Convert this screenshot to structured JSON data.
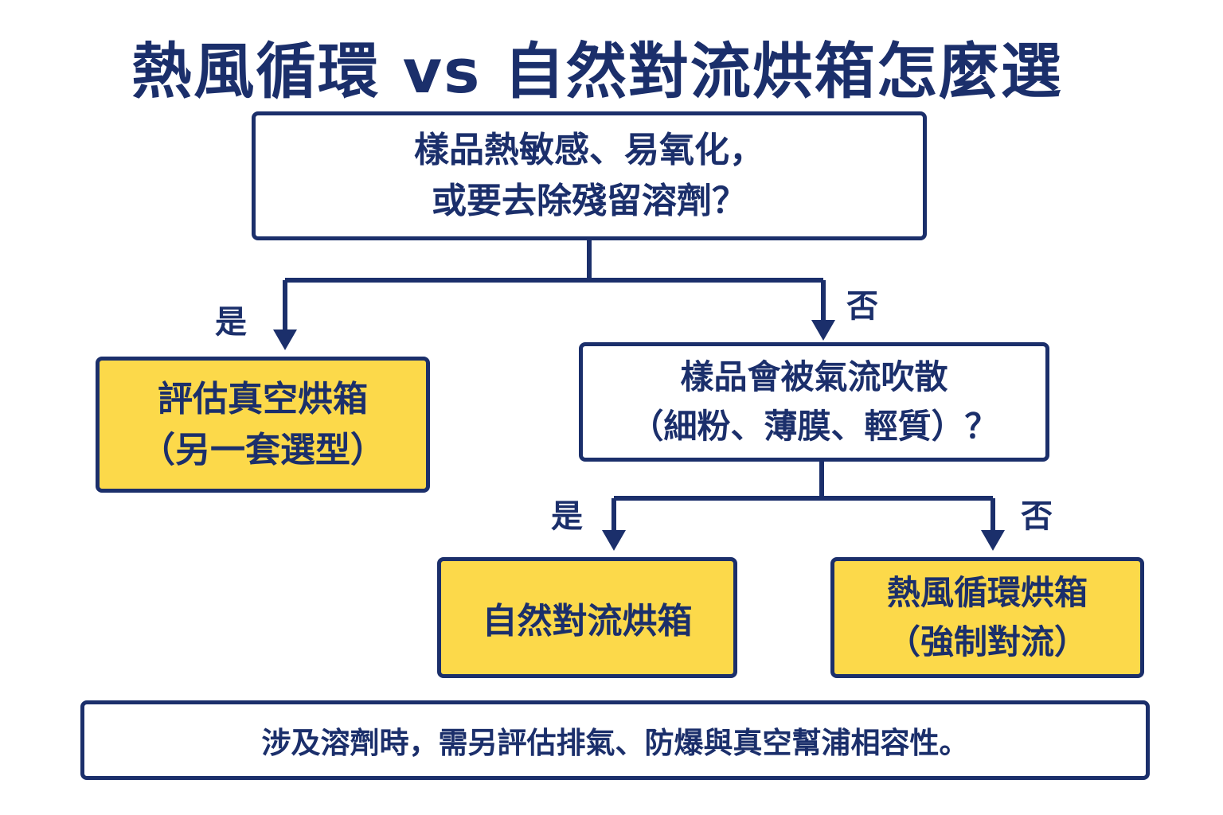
{
  "title": "熱風循環 vs 自然對流烘箱怎麼選",
  "decision_1": {
    "line_1": "樣品熱敏感、易氧化，",
    "line_2": "或要去除殘留溶劑？"
  },
  "decision_2": {
    "line_1": "樣品會被氣流吹散",
    "line_2": "（細粉、薄膜、輕質）？"
  },
  "result_vacuum": {
    "line_1": "評估真空烘箱",
    "line_2": "（另一套選型）"
  },
  "result_natural": {
    "line_1": "自然對流烘箱"
  },
  "result_forced": {
    "line_1": "熱風循環烘箱",
    "line_2": "（強制對流）"
  },
  "edge_labels": {
    "yes": "是",
    "no": "否"
  },
  "note": "涉及溶劑時，需另評估排氣、防爆與真空幫浦相容性。",
  "colors": {
    "navy": "#1b2f6b",
    "yellow": "#fcd94a",
    "white": "#ffffff"
  }
}
